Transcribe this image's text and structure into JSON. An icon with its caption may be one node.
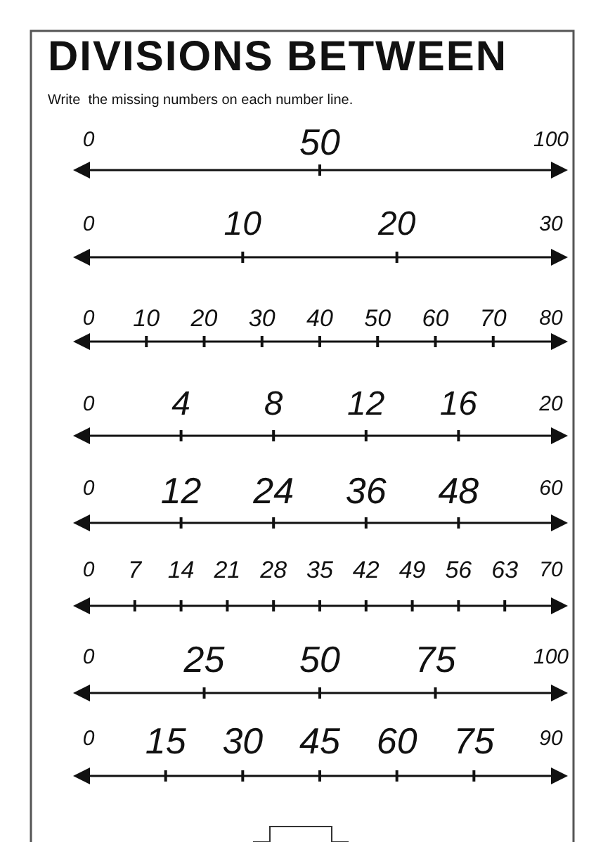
{
  "diagram": {
    "title": "DIVISIONS BETWEEN",
    "labels": [
      "Write  the missing numbers on each number line.",
      "0",
      "50",
      "100",
      "0",
      "10",
      "20",
      "30",
      "0",
      "10",
      "20",
      "30",
      "40",
      "50",
      "60",
      "70",
      "80",
      "0",
      "4",
      "8",
      "12",
      "16",
      "20",
      "0",
      "12",
      "24",
      "36",
      "48",
      "60",
      "0",
      "7",
      "14",
      "21",
      "28",
      "35",
      "42",
      "49",
      "56",
      "63",
      "70",
      "0",
      "25",
      "50",
      "75",
      "100",
      "0",
      "15",
      "30",
      "45",
      "60",
      "75",
      "90"
    ]
  }
}
